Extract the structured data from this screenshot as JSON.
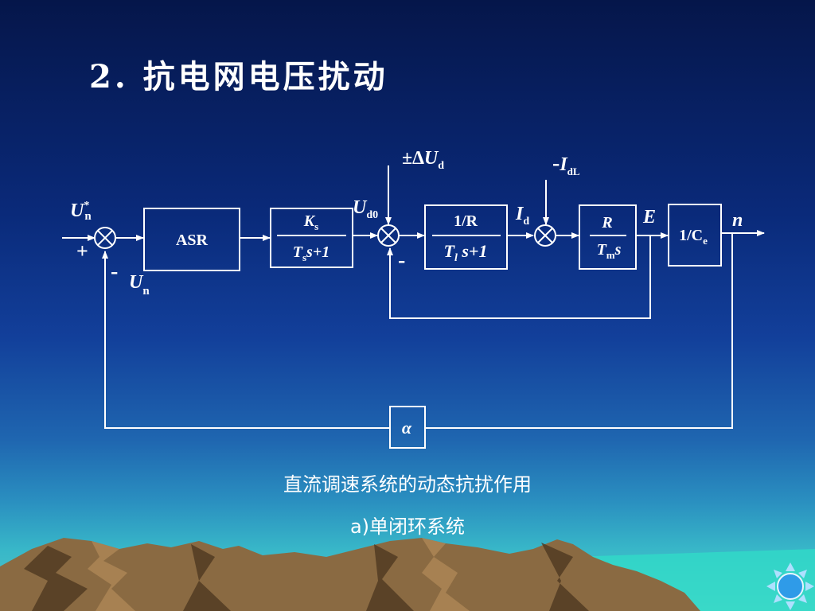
{
  "slide": {
    "title": "2. 抗电网电压扰动",
    "caption_main": "直流调速系统的动态抗扰作用",
    "caption_sub": "a)单闭环系统"
  },
  "diagram": {
    "blocks": {
      "asr": "ASR",
      "ks_num": "K",
      "ks_num_sub": "s",
      "ks_den_t": "T",
      "ks_den_sub": "s",
      "ks_den_rest": "s+1",
      "r_num": "1/R",
      "r_den_t": "T",
      "r_den_sub": "l",
      "r_den_rest": " s+1",
      "rm_num": "R",
      "rm_den_t": "T",
      "rm_den_sub": "m",
      "rm_den_rest": "s",
      "ce_main": "1/C",
      "ce_sub": "e",
      "alpha": "α"
    },
    "signals": {
      "un_star": "U",
      "un_star_sup": "*",
      "un_star_sub": "n",
      "plus": "+",
      "minus1": "-",
      "un": "U",
      "un_sub": "n",
      "ud0": "U",
      "ud0_sub": "d0",
      "delta_ud_prefix": "±∆",
      "delta_ud": "U",
      "delta_ud_sub": "d",
      "minus2": "-",
      "id": "I",
      "id_sub": "d",
      "idl_prefix": "-",
      "idl": "I",
      "idl_sub": "dL",
      "e": "E",
      "n": "n"
    }
  },
  "colors": {
    "line": "#ffffff",
    "text": "#ffffff",
    "sun": "#2f9be8"
  }
}
